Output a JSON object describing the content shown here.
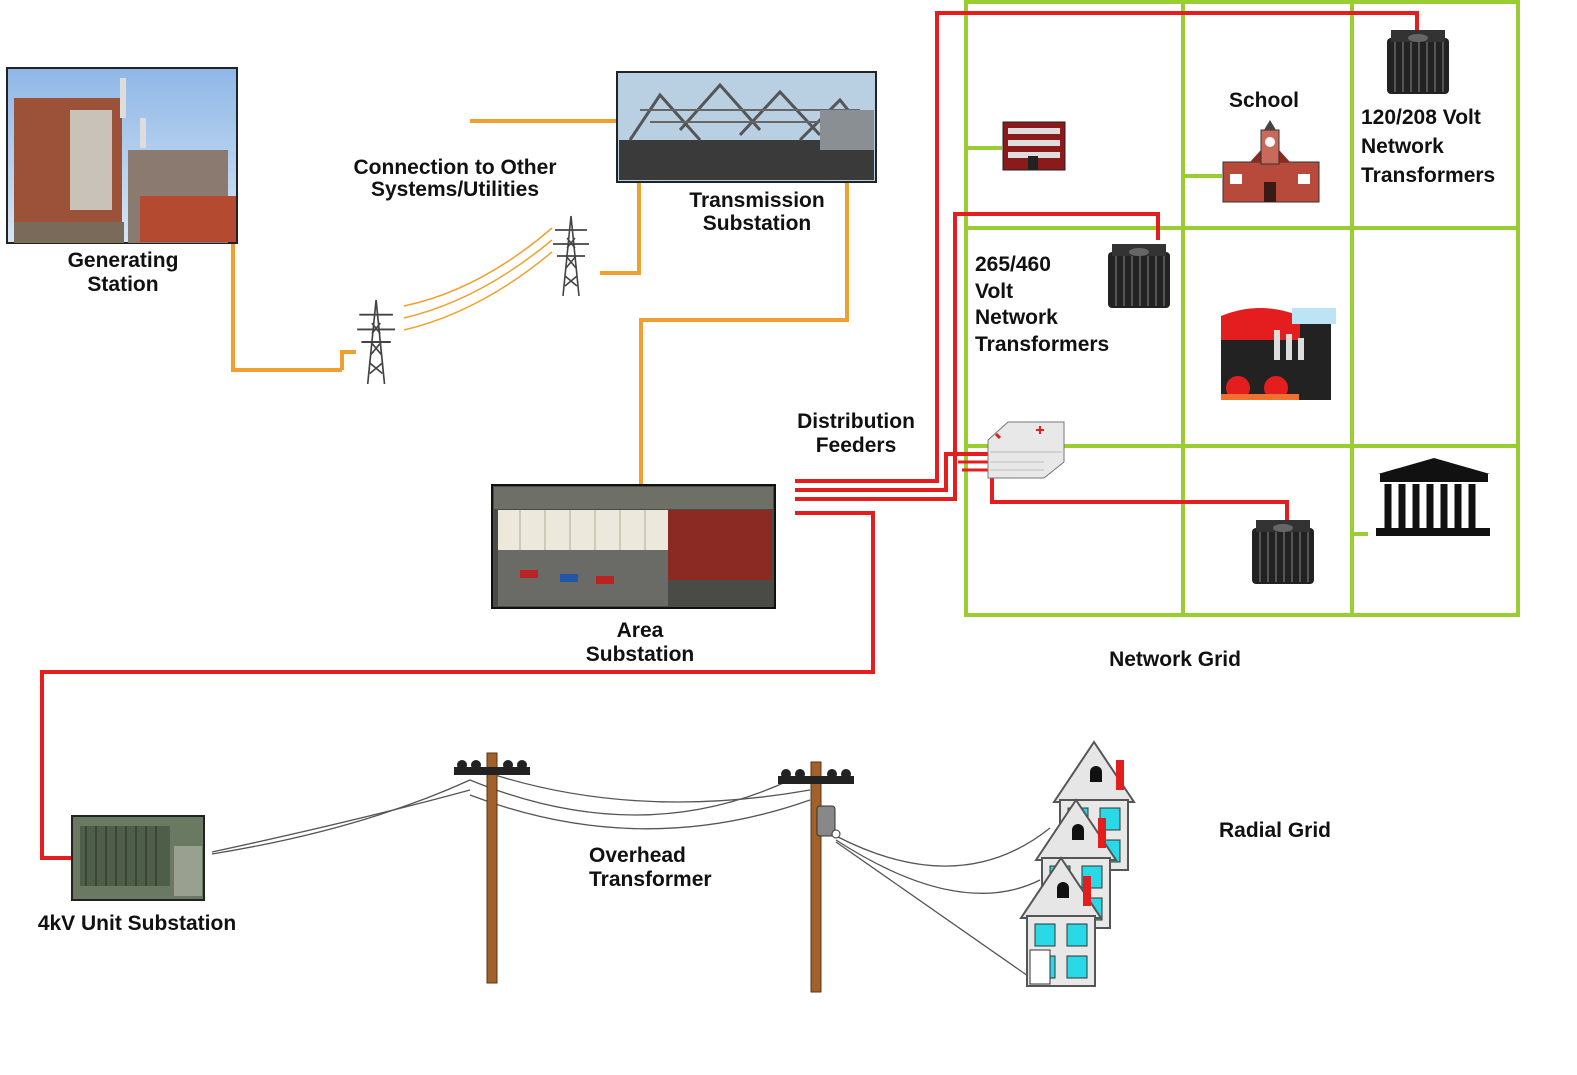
{
  "labels": {
    "generating_station": [
      "Generating",
      "Station"
    ],
    "connection": [
      "Connection to Other",
      "Systems/Utilities"
    ],
    "transmission_substation": [
      "Transmission",
      "Substation"
    ],
    "distribution_feeders": [
      "Distribution",
      "Feeders"
    ],
    "area_substation": [
      "Area",
      "Substation"
    ],
    "network_grid": "Network Grid",
    "school": "School",
    "volt_120_208": [
      "120/208 Volt",
      "Network",
      "Transformers"
    ],
    "volt_265_460": [
      "265/460",
      "Volt",
      "Network",
      "Transformers"
    ],
    "unit_substation": "4kV Unit Substation",
    "overhead_transformer": [
      "Overhead",
      "Transformer"
    ],
    "radial_grid": "Radial Grid"
  },
  "colors": {
    "transmission_line": "#f0a030",
    "distribution_line": "#e41e1e",
    "network_grid": "#9acd32",
    "pole": "#a0622a"
  },
  "icons": [
    "power-plant-photo-icon",
    "transmission-substation-photo-icon",
    "transmission-tower-icon",
    "area-substation-photo-icon",
    "network-transformer-icon",
    "school-building-icon",
    "office-building-icon",
    "factory-icon",
    "government-building-icon",
    "network-protector-icon",
    "unit-substation-photo-icon",
    "utility-pole-icon",
    "pole-transformer-icon",
    "house-icon"
  ]
}
